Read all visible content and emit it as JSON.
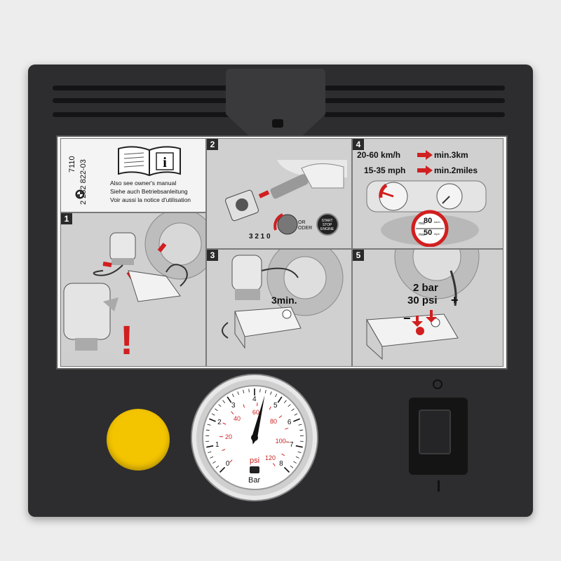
{
  "label_sheet": {
    "info_panel": {
      "code": "7110",
      "part_number": "2 282 822-03",
      "manual_lines": [
        "Also see owner's manual",
        "Siehe auch Betriebsanleitung",
        "Voir aussi la notice d'utilisation"
      ],
      "info_glyph": "i"
    },
    "panels": {
      "p1": {
        "number": "1",
        "warning": "!"
      },
      "p2": {
        "number": "2",
        "switch_positions": "3  2  1  0",
        "or_text": "OR\nODER",
        "button_text": "START\nSTOP\nENGINE"
      },
      "p3": {
        "number": "3",
        "time": "3min."
      },
      "p4": {
        "number": "4",
        "line1_speed": "20-60 km/h",
        "line1_distance": "min.3km",
        "line2_speed": "15-35 mph",
        "line2_distance": "min.2miles",
        "sign_top": "80",
        "sign_top_unit": "km/h",
        "sign_bottom": "50",
        "sign_bottom_unit": "mph",
        "max_label": "max"
      },
      "p5": {
        "number": "5",
        "pressure_bar": "2 bar",
        "pressure_psi": "30 psi",
        "minus": "−",
        "plus": "+"
      }
    }
  },
  "gauge": {
    "bar_ticks": [
      "0",
      "1",
      "2",
      "3",
      "4",
      "5",
      "6",
      "7",
      "8"
    ],
    "psi_ticks": [
      "20",
      "40",
      "60",
      "80",
      "100",
      "120"
    ],
    "unit_psi": "psi",
    "unit_bar": "Bar",
    "needle_value_bar": 4.4
  },
  "colors": {
    "body": "#2d2d2f",
    "button": "#f3c400",
    "warning_red": "#d11f1f"
  }
}
